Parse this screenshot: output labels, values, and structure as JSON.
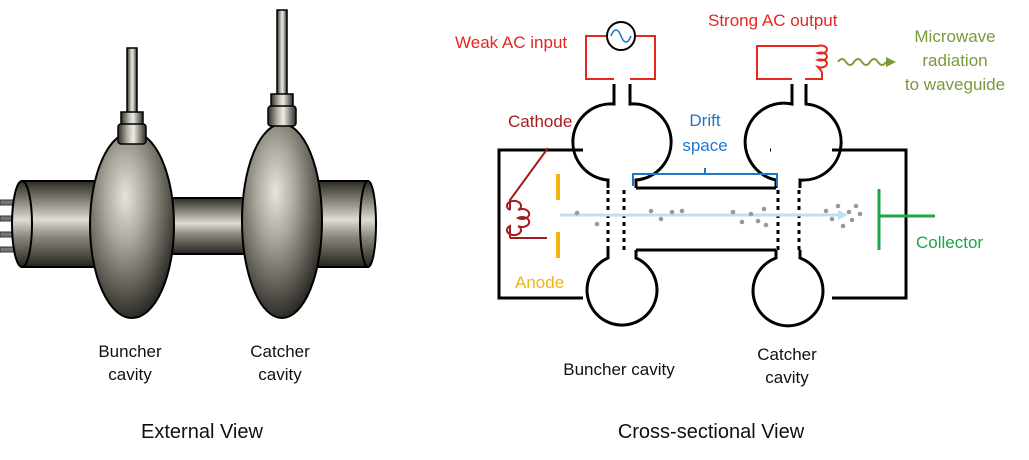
{
  "external": {
    "buncher_line1": "Buncher",
    "buncher_line2": "cavity",
    "catcher_line1": "Catcher",
    "catcher_line2": "cavity",
    "caption": "External View"
  },
  "cross": {
    "weak_ac_input": "Weak AC input",
    "strong_ac_output": "Strong AC output",
    "microwave_line1": "Microwave",
    "microwave_line2": "radiation",
    "microwave_line3": "to waveguide",
    "cathode": "Cathode",
    "drift_line1": "Drift",
    "drift_line2": "space",
    "anode": "Anode",
    "collector": "Collector",
    "buncher_cavity": "Buncher cavity",
    "catcher_line1": "Catcher",
    "catcher_line2": "cavity",
    "caption": "Cross-sectional View"
  },
  "colors": {
    "ac_input": "#e8251f",
    "cathode": "#a31d1d",
    "drift": "#1f77c8",
    "anode": "#f2b311",
    "collector": "#1aa64a",
    "microwave": "#7a9a3a",
    "body": "#000000",
    "electrons": "#999999",
    "beam": "#bfe0f2"
  }
}
